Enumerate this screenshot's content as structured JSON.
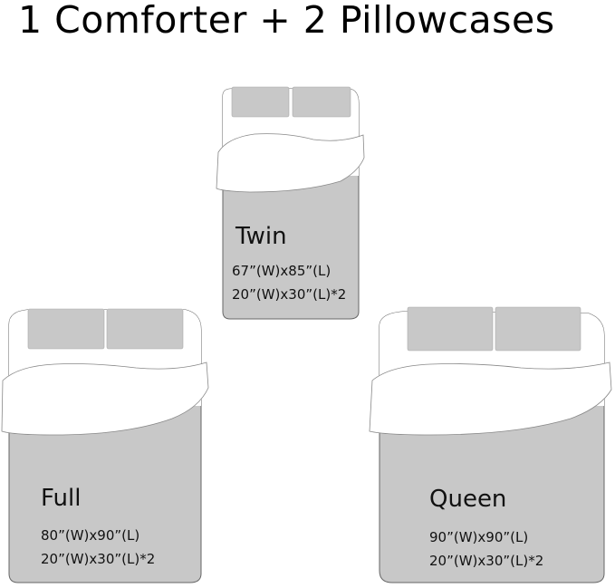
{
  "title": "1 Comforter + 2 Pillowcases",
  "colors": {
    "bed_gray": "#c8c8c8",
    "outline": "#666666",
    "comforter_white": "#ffffff",
    "text": "#111111"
  },
  "beds": [
    {
      "size": "Twin",
      "comforter_dims": "67”(W)x85”(L)",
      "pillowcase_dims": "20”(W)x30”(L)*2"
    },
    {
      "size": "Full",
      "comforter_dims": "80”(W)x90”(L)",
      "pillowcase_dims": "20”(W)x30”(L)*2"
    },
    {
      "size": "Queen",
      "comforter_dims": "90”(W)x90”(L)",
      "pillowcase_dims": "20”(W)x30”(L)*2"
    }
  ]
}
